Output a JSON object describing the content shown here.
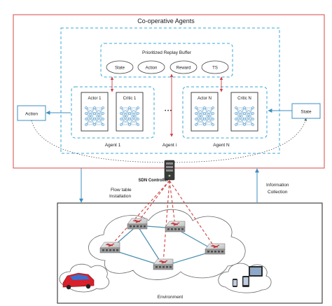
{
  "title": "Co-operative Agents",
  "replay_buffer": {
    "title": "Prioritized Replay Buffer",
    "items": [
      "State",
      "Action",
      "Reward",
      "TS"
    ]
  },
  "agents": [
    {
      "actor": "Actor 1",
      "critic": "Critic 1",
      "label": "Agent 1"
    },
    {
      "actor": "Actor N",
      "critic": "Critic N",
      "label": "Agent N"
    }
  ],
  "middle_agent": "Agent i",
  "ellipsis": "• • •",
  "action_box": "Action",
  "state_box": "State",
  "sdn_controller": "SDN Controller",
  "flow_table": [
    "Flow table",
    "Installation"
  ],
  "information": [
    "Information",
    "Collection"
  ],
  "environment": "Environment",
  "colors": {
    "outer_border": "#e06666",
    "dashed": "#3aa7d8",
    "arrow_red": "#d04040",
    "arrow_blue": "#3c8fc0",
    "network_node": "#7fb7e6",
    "link": "#4a8fb0"
  }
}
